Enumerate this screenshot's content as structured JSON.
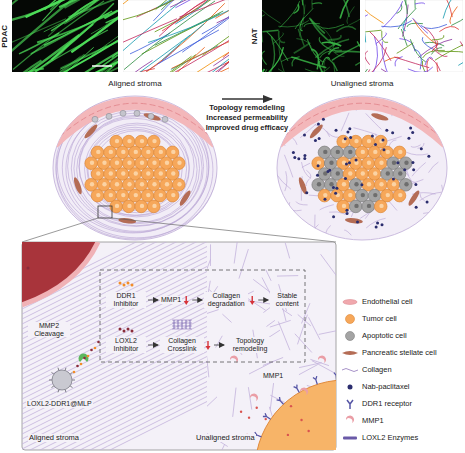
{
  "diagram": {
    "labels": [
      "PDAC",
      "NAT",
      "Aligned stroma",
      "Topology remodeling",
      "Increased permeability",
      "Improved drug efficacy",
      "Unaligned stroma",
      "MMP2 Cleavage",
      "DDR1 Inhibitor",
      "MMP1",
      "Collagen degradation",
      "Stable content",
      "LOXL2 Inhibitor",
      "Collagen Crosslink",
      "Topology remodeling",
      "LOXL2-DDR1@MLP",
      "Aligned stroma",
      "Unaligned stroma",
      "MMP1"
    ],
    "legend": [
      {
        "text": "Endothelial cell"
      },
      {
        "text": "Tumor cell"
      },
      {
        "text": "Apoptotic cell"
      },
      {
        "text": "Pancreatic stellate cell"
      },
      {
        "text": "Collagen"
      },
      {
        "text": "Nab-paclitaxel"
      },
      {
        "text": "DDR1 receptor"
      },
      {
        "text": "MMP1"
      },
      {
        "text": "LOXL2 Enzymes"
      }
    ]
  }
}
